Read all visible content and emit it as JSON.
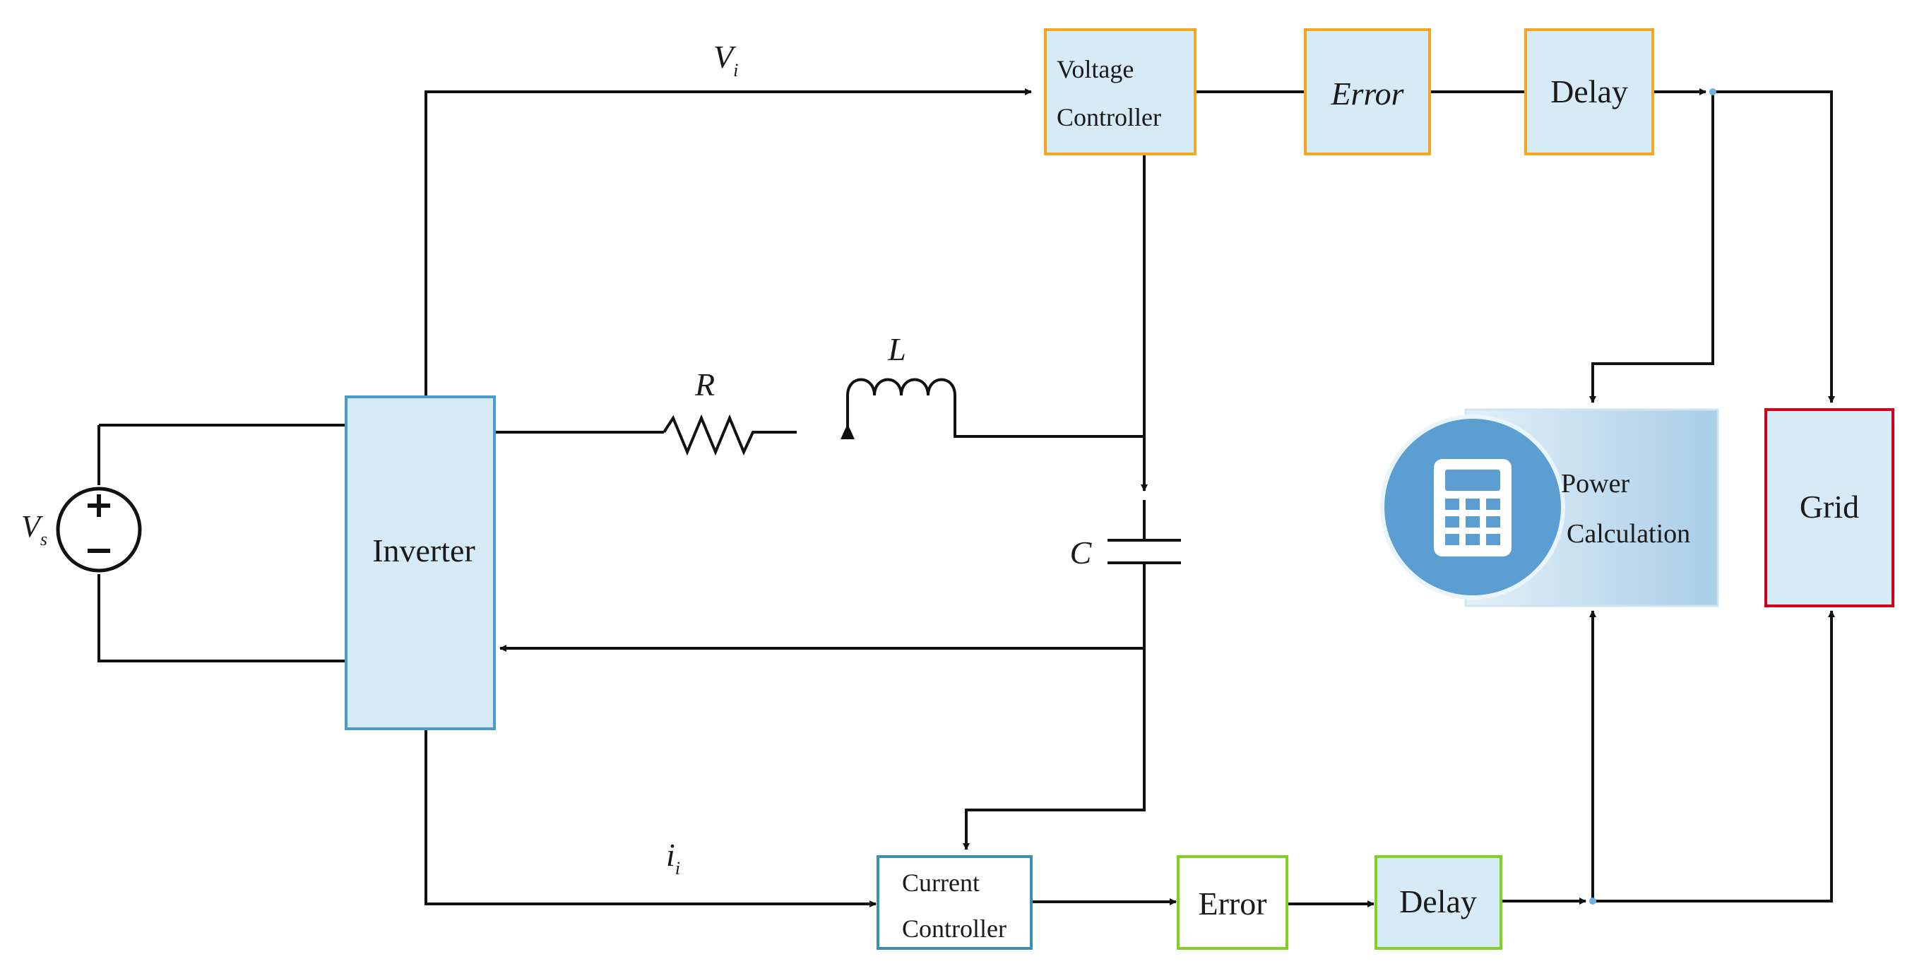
{
  "blocks": {
    "inverter": "Inverter",
    "voltage_controller_line1": "Voltage",
    "voltage_controller_line2": "Controller",
    "error_top": "Error",
    "delay_top": "Delay",
    "current_controller_line1": "Current",
    "current_controller_line2": "Controller",
    "error_bottom": "Error",
    "delay_bottom": "Delay",
    "power_calc_line1": "Power",
    "power_calc_line2": "Calculation",
    "grid": "Grid"
  },
  "signals": {
    "voltage_main": "V",
    "voltage_sub": "i",
    "current_main": "i",
    "current_sub": "i",
    "source_main": "V",
    "source_sub": "s"
  },
  "components": {
    "resistor": "R",
    "inductor": "L",
    "capacitor": "C"
  },
  "icons": {
    "calculator": "calculator-icon",
    "source": "voltage-source-icon"
  },
  "colors": {
    "block_fill": "#d6ebf6",
    "voltage_path_border": "#f5a623",
    "current_controller_border": "#3a8fb7",
    "current_path_border": "#7ed321",
    "inverter_border": "#4a9cc9",
    "grid_border": "#d0021b",
    "calculator_circle": "#5b9fd2"
  }
}
